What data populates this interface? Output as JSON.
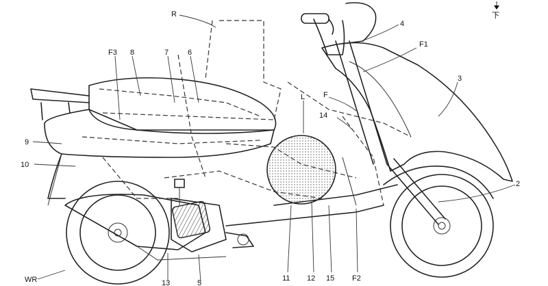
{
  "labels": {
    "R": "R",
    "n4": "4",
    "n3": "3",
    "F1": "F1",
    "F3": "F3",
    "n8": "8",
    "n7": "7",
    "n6": "6",
    "F": "F",
    "L": "L",
    "n14": "14",
    "n9": "9",
    "n10": "10",
    "n2": "2",
    "n11": "11",
    "n12": "12",
    "n15": "15",
    "F2": "F2",
    "WR": "WR",
    "n13": "13",
    "n5": "5",
    "arrow_down": "下"
  }
}
